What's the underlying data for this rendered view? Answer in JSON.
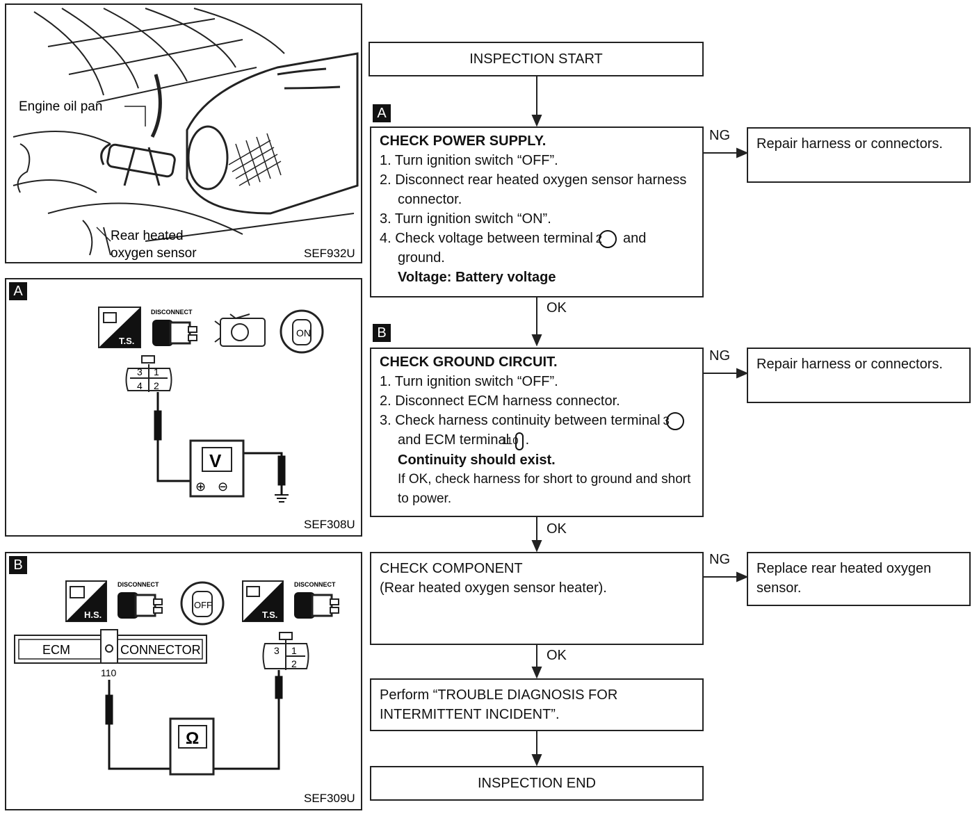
{
  "illustration_top": {
    "engine_oil_pan_label": "Engine oil pan",
    "sensor_label_line1": "Rear heated",
    "sensor_label_line2": "oxygen sensor",
    "ref": "SEF932U"
  },
  "diagram_a": {
    "tag": "A",
    "icon_ts": "T.S.",
    "icon_disconnect": "DISCONNECT",
    "icon_on": "ON",
    "pins": [
      "3",
      "1",
      "4",
      "2"
    ],
    "meter": "V",
    "plus": "⊕",
    "minus": "⊖",
    "ref": "SEF308U"
  },
  "diagram_b": {
    "tag": "B",
    "icon_hs": "H.S.",
    "icon_disconnect": "DISCONNECT",
    "icon_off": "OFF",
    "icon_ts": "T.S.",
    "icon_disconnect2": "DISCONNECT",
    "ecm_label": "ECM",
    "connector_label": "CONNECTOR",
    "terminal": "110",
    "pins": [
      "3",
      "1",
      "2"
    ],
    "meter": "Ω",
    "ref": "SEF309U"
  },
  "flow": {
    "start": "INSPECTION START",
    "tag_a": "A",
    "tag_b": "B",
    "step_a": {
      "title": "CHECK POWER SUPPLY.",
      "s1": "1. Turn ignition switch “OFF”.",
      "s2": "2. Disconnect rear heated oxygen sensor harness connector.",
      "s3": "3. Turn ignition switch “ON”.",
      "s4a": "4. Check voltage between terminal",
      "s4_terminal": "2",
      "s4b": "and ground.",
      "spec": "Voltage: Battery voltage"
    },
    "step_b": {
      "title": "CHECK GROUND CIRCUIT.",
      "s1": "1. Turn ignition switch “OFF”.",
      "s2": "2. Disconnect ECM harness connector.",
      "s3a": "3. Check harness continuity between terminal",
      "s3_terminal": "3",
      "s3b": "and ECM terminal",
      "s3_ecm_terminal": "110",
      "spec": "Continuity should exist.",
      "note": "If OK, check harness for short to ground and short to power."
    },
    "step_c": {
      "title": "CHECK COMPONENT",
      "sub": "(Rear heated oxygen sensor heater)."
    },
    "perform": "Perform “TROUBLE DIAGNOSIS FOR INTERMITTENT INCIDENT”.",
    "end": "INSPECTION END",
    "ng": "NG",
    "ok": "OK",
    "result_a": "Repair harness or connectors.",
    "result_b": "Repair harness or connectors.",
    "result_c": "Replace rear heated oxygen sensor."
  }
}
